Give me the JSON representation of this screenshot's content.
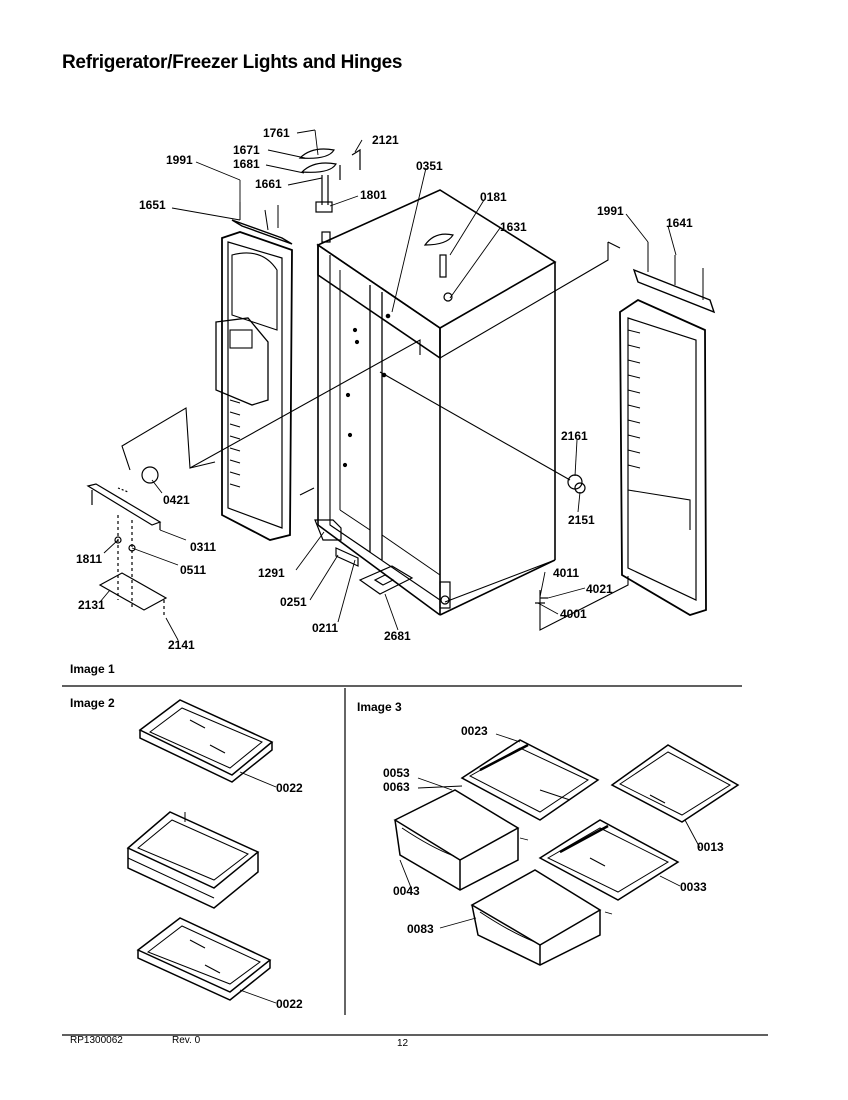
{
  "page": {
    "title": "Refrigerator/Freezer Lights and Hinges",
    "sections": {
      "image1": "Image 1",
      "image2": "Image 2",
      "image3": "Image 3"
    },
    "footer": {
      "doc_id": "RP1300062",
      "rev": "Rev. 0",
      "page_number": "12"
    }
  },
  "labels": {
    "1761": "1761",
    "2121": "2121",
    "1671": "1671",
    "1681": "1681",
    "1991a": "1991",
    "1661": "1661",
    "1801": "1801",
    "0351": "0351",
    "0181": "0181",
    "1651": "1651",
    "1631": "1631",
    "1991b": "1991",
    "1641": "1641",
    "2161": "2161",
    "0421": "0421",
    "0311": "0311",
    "2151": "2151",
    "1811": "1811",
    "0511": "0511",
    "1291": "1291",
    "4011": "4011",
    "4021": "4021",
    "0251": "0251",
    "4001": "4001",
    "2131": "2131",
    "0211": "0211",
    "2681": "2681",
    "2141": "2141",
    "0022a": "0022",
    "0022b": "0022",
    "0023": "0023",
    "0053": "0053",
    "0063": "0063",
    "0013": "0013",
    "0043": "0043",
    "0033": "0033",
    "0083": "0083"
  }
}
